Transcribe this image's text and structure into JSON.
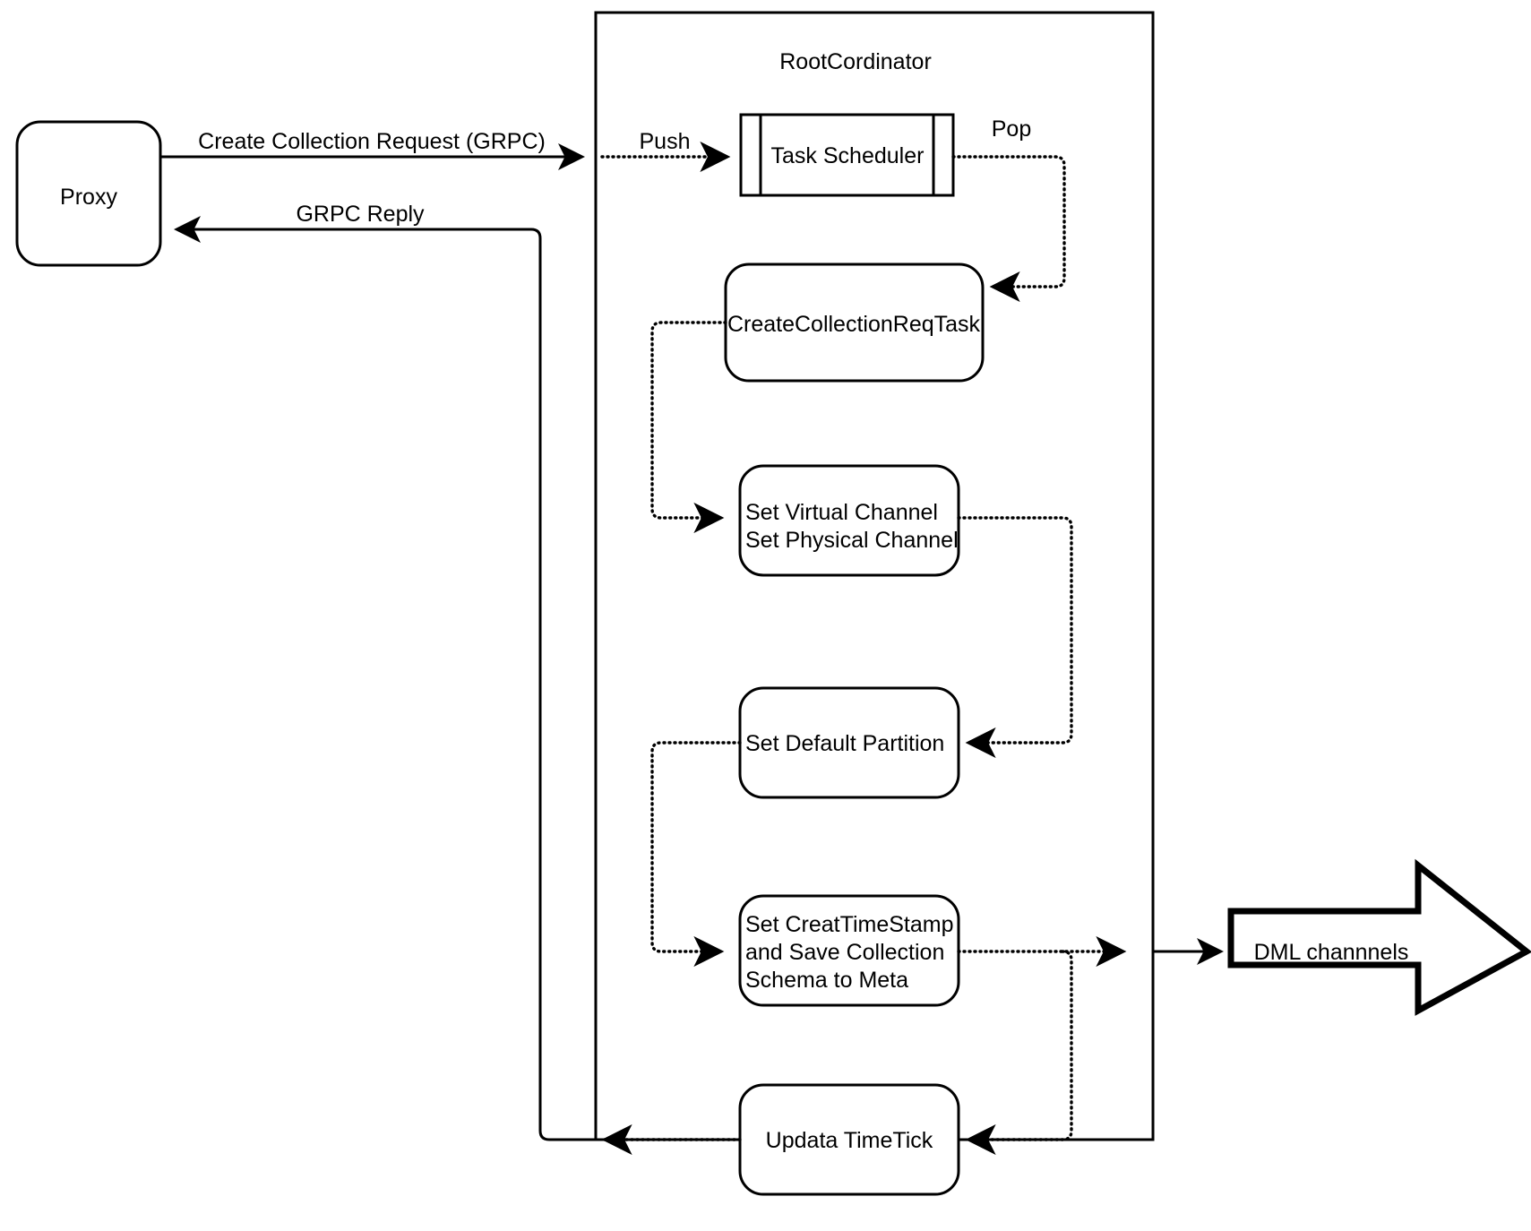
{
  "diagram": {
    "title_visible": "RootCordinator",
    "background_color": "#ffffff",
    "line_color": "#000000",
    "nodes": {
      "proxy": {
        "label": "Proxy",
        "shape": "rounded-rect"
      },
      "container": {
        "label": "RootCordinator",
        "shape": "rect"
      },
      "task_scheduler": {
        "label": "Task Scheduler",
        "shape": "queue-tape"
      },
      "create_collection_req_task": {
        "label": "CreateCollectionReqTask",
        "shape": "rounded-rect"
      },
      "set_channel": {
        "line1": "Set Virtual Channel",
        "line2": "Set Physical Channel",
        "shape": "rounded-rect"
      },
      "set_default_partition": {
        "label": "Set Default Partition",
        "shape": "rounded-rect"
      },
      "set_timestamp": {
        "line1": "Set CreatTimeStamp",
        "line2": "and Save Collection",
        "line3": "Schema to Meta",
        "shape": "rounded-rect"
      },
      "update_timetick": {
        "label": "Updata TimeTick",
        "shape": "rounded-rect"
      },
      "dml_channels": {
        "label": "DML channnels",
        "shape": "block-arrow-right"
      }
    },
    "edges": {
      "create_collection_request": {
        "label": "Create Collection Request (GRPC)",
        "style": "solid",
        "arrow": "right"
      },
      "grpc_reply": {
        "label": "GRPC Reply",
        "style": "solid",
        "arrow": "left"
      },
      "push": {
        "label": "Push",
        "style": "dotted",
        "arrow": "right"
      },
      "pop": {
        "label": "Pop",
        "style": "dotted",
        "arrow": "left"
      },
      "task_to_channel": {
        "label": "",
        "style": "dotted",
        "arrow": "right"
      },
      "channel_to_partition": {
        "label": "",
        "style": "dotted",
        "arrow": "left"
      },
      "partition_to_timestamp": {
        "label": "",
        "style": "dotted",
        "arrow": "right"
      },
      "timestamp_to_dml": {
        "label": "",
        "style": "dotted",
        "arrow": "right"
      },
      "dml_solid": {
        "label": "",
        "style": "solid",
        "arrow": "right"
      },
      "timestamp_to_timetick": {
        "label": "",
        "style": "dotted",
        "arrow": "left"
      },
      "timetick_to_reply": {
        "label": "",
        "style": "dotted",
        "arrow": "left"
      }
    }
  }
}
